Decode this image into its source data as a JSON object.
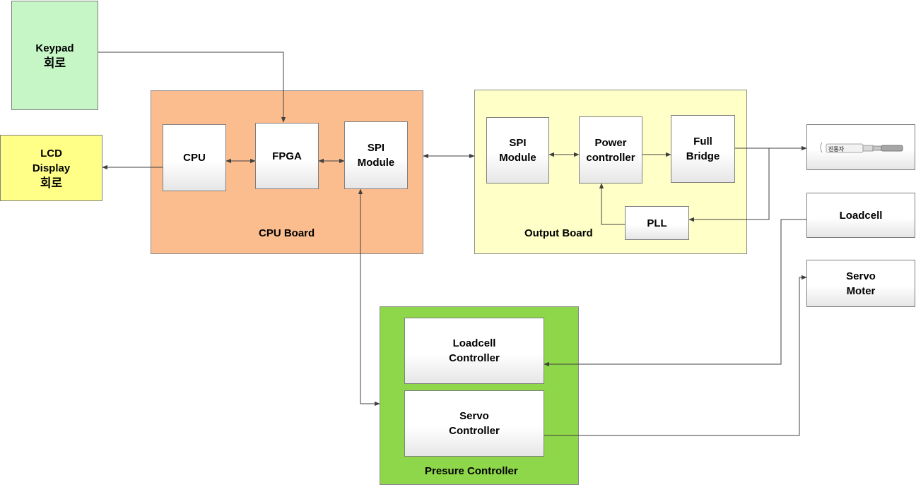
{
  "groups": {
    "cpu_board": "CPU Board",
    "output_board": "Output Board",
    "pressure_controller": "Presure Controller"
  },
  "blocks": {
    "keypad": {
      "line1": "Keypad",
      "line2": "회로"
    },
    "lcd": {
      "line1": "LCD",
      "line2": "Display",
      "line3": "회로"
    },
    "cpu": "CPU",
    "fpga": "FPGA",
    "spi_cpu": "SPI\nModule",
    "spi_out": "SPI\nModule",
    "power_controller": "Power\ncontroller",
    "full_bridge": "Full\nBridge",
    "pll": "PLL",
    "loadcell": "Loadcell",
    "servo_moter": "Servo\nMoter",
    "loadcell_controller": "Loadcell\nController",
    "servo_controller": "Servo\nController",
    "device_label": "진동자"
  },
  "colors": {
    "cpu_board": "#fbbd8e",
    "output_board": "#ffffc8",
    "pressure_controller": "#8ed64a",
    "keypad": "#c6f5c6",
    "lcd": "#ffff88",
    "wire": "#404040"
  }
}
